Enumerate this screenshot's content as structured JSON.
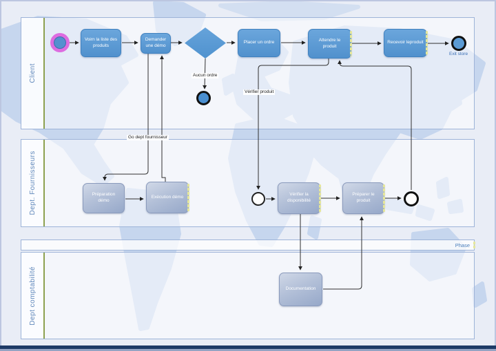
{
  "diagram": {
    "lanes": [
      {
        "label": "Client"
      },
      {
        "label": "Dept. Fournisseurs"
      },
      {
        "label": "Dept comptabilité"
      }
    ],
    "phase": {
      "label": "Phase"
    },
    "nodes": {
      "view_products": {
        "label": "Voirn la liste des produits"
      },
      "request_demo": {
        "label": "Demander une démo"
      },
      "place_order": {
        "label": "Placer un ordre"
      },
      "wait_product": {
        "label": "Attendre le produit"
      },
      "receive_product": {
        "label": "Recevoir leproduit"
      },
      "prepare_demo": {
        "label": "Préparation démo"
      },
      "execute_demo": {
        "label": "Exécution démo"
      },
      "check_availability": {
        "label": "Vérifier la disponibilité"
      },
      "prepare_product": {
        "label": "Préparer le produit"
      },
      "documentation": {
        "label": "Documentation"
      }
    },
    "flow_labels": {
      "no_order": "Aucun ordre",
      "verify_product": "Vérifier produit",
      "go_dept": "Go dept fournisseur",
      "exit_store": "Exit store"
    },
    "colors": {
      "task_blue": "#5b9bd5",
      "task_gray": "#a9b9d4",
      "start_ring_magenta": "#dd6ce0",
      "lane_separator_olive": "#8ca04e",
      "lane_label_blue": "#5f87ba",
      "map_land": "#c6d6ee",
      "page_background": "#e9edf6",
      "bottom_bar_navy": "#1d3a66",
      "exit_label_blue": "#3a6fb5",
      "highlight_yellow": "#e6e79b"
    }
  }
}
